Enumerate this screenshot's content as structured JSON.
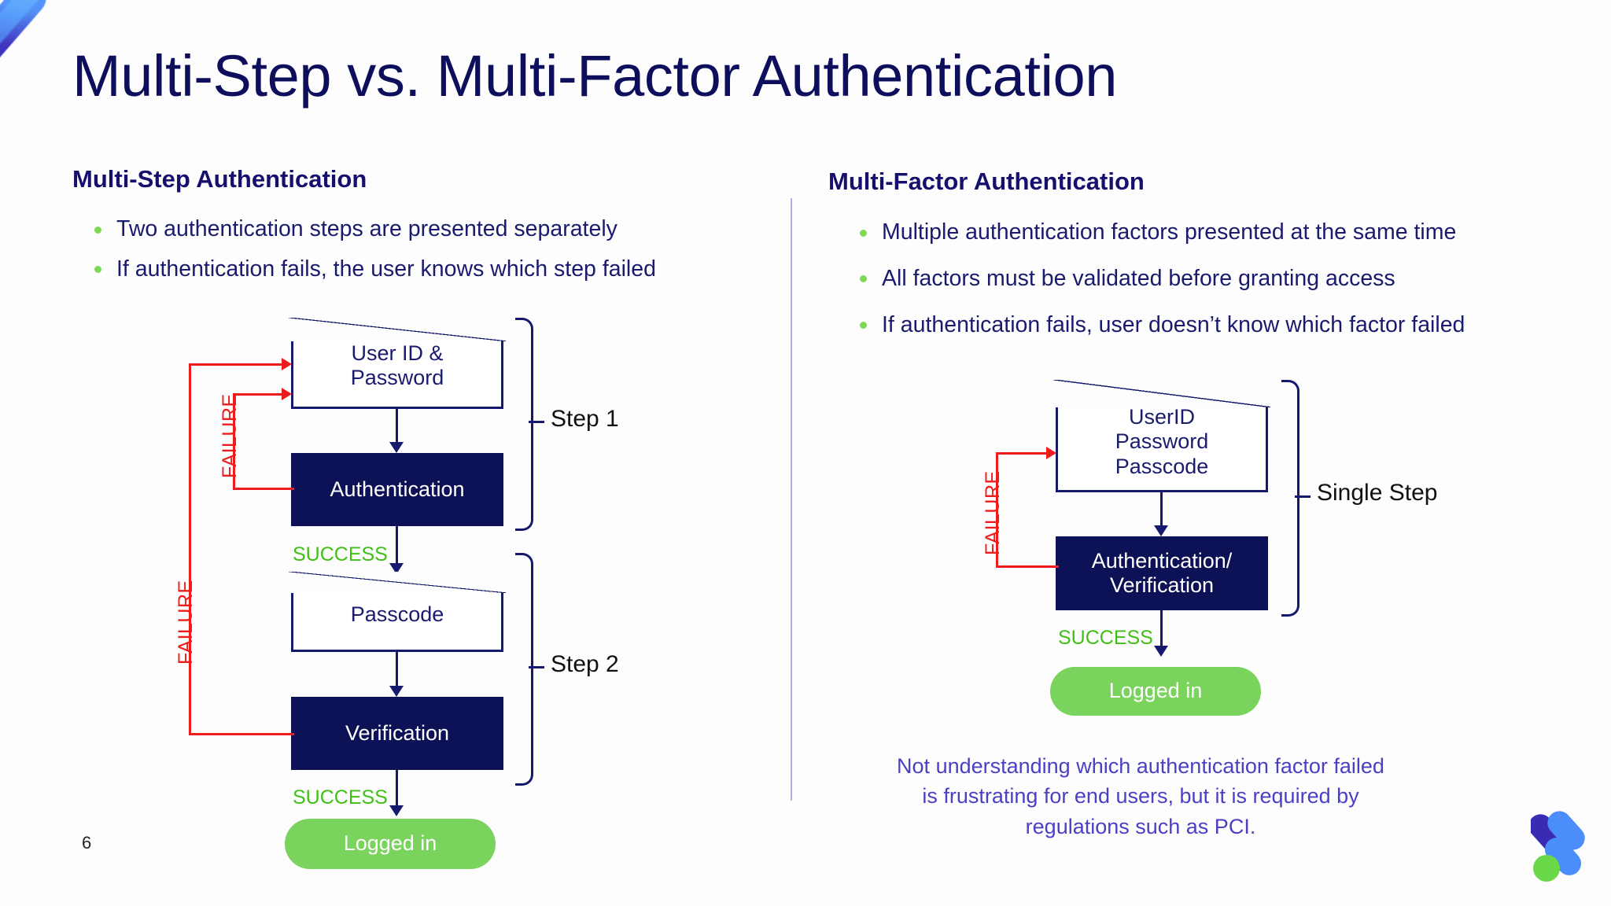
{
  "slide": {
    "title": "Multi-Step vs. Multi-Factor Authentication",
    "page_number": "6",
    "accent_colors": {
      "navy": "#0d1257",
      "green": "#79d35c",
      "success_green": "#3fc016",
      "failure_red": "#ee1c1c",
      "caption_purple": "#4b3fc4",
      "divider": "#b3aee0"
    }
  },
  "left_column": {
    "heading": "Multi-Step Authentication",
    "bullets": [
      "Two authentication steps are presented separately",
      "If authentication fails, the user knows which step failed"
    ],
    "diagram": {
      "nodes": {
        "input1": "User ID &\nPassword",
        "input1_line1": "User ID &",
        "input1_line2": "Password",
        "process1": "Authentication",
        "input2": "Passcode",
        "process2": "Verification",
        "end": "Logged in"
      },
      "edge_labels": {
        "success1": "SUCCESS",
        "success2": "SUCCESS",
        "failure1": "FAILURE",
        "failure2": "FAILURE"
      },
      "brackets": [
        {
          "label": "Step 1"
        },
        {
          "label": "Step 2"
        }
      ]
    }
  },
  "right_column": {
    "heading": "Multi-Factor Authentication",
    "bullets": [
      "Multiple authentication factors presented at the same time",
      "All factors must be validated before granting access",
      "If authentication fails, user doesn’t know which factor failed"
    ],
    "diagram": {
      "nodes": {
        "input_line1": "UserID",
        "input_line2": "Password",
        "input_line3": "Passcode",
        "process_line1": "Authentication/",
        "process_line2": "Verification",
        "end": "Logged in"
      },
      "edge_labels": {
        "success": "SUCCESS",
        "failure": "FAILURE"
      },
      "brackets": [
        {
          "label": "Single Step"
        }
      ]
    },
    "caption": "Not understanding which authentication factor failed is frustrating for end users, but it is required by regulations such as PCI."
  }
}
